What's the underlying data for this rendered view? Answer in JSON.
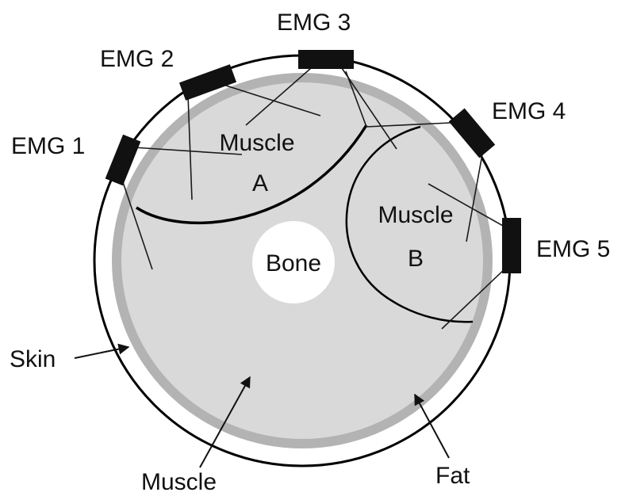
{
  "labels": {
    "emg1": "EMG 1",
    "emg2": "EMG 2",
    "emg3": "EMG 3",
    "emg4": "EMG 4",
    "emg5": "EMG 5",
    "muscle_a_line1": "Muscle",
    "muscle_a_line2": "A",
    "muscle_b_line1": "Muscle",
    "muscle_b_line2": "B",
    "bone": "Bone",
    "skin": "Skin",
    "muscle": "Muscle",
    "fat": "Fat"
  },
  "colors": {
    "skin_fill": "#ffffff",
    "fat_ring": "#b3b3b3",
    "muscle_fill": "#d9d9d9",
    "bone_fill": "#ffffff",
    "electrode": "#111111",
    "outline": "#000000"
  }
}
